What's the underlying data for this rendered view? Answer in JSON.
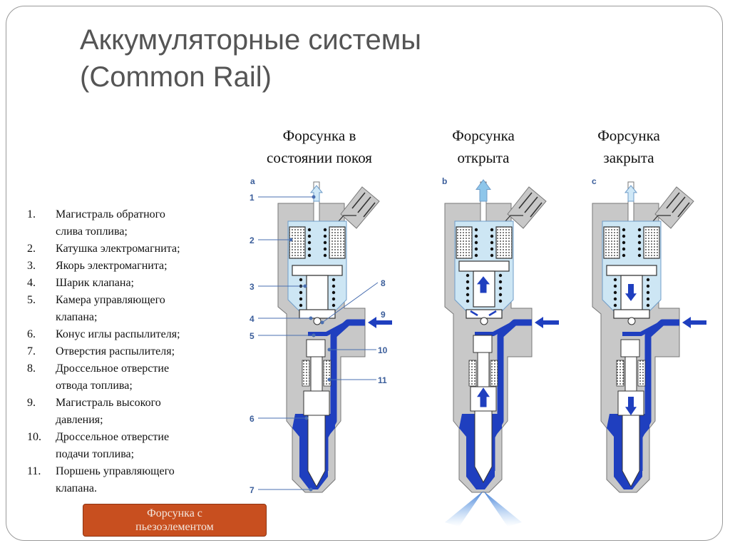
{
  "slide": {
    "title_line1": "Аккумуляторные системы",
    "title_line2": "(Common Rail)"
  },
  "columns": [
    {
      "line1": "Форсунка в",
      "line2": "состоянии покоя",
      "letter": "a"
    },
    {
      "line1": "Форсунка",
      "line2": "открыта",
      "letter": "b"
    },
    {
      "line1": "Форсунка",
      "line2": "закрыта",
      "letter": "c"
    }
  ],
  "legend": [
    {
      "num": "1.",
      "lines": [
        "Магистраль обратного",
        "слива топлива;"
      ]
    },
    {
      "num": "2.",
      "lines": [
        "Катушка электромагнита;"
      ]
    },
    {
      "num": "3.",
      "lines": [
        "Якорь электромагнита;"
      ]
    },
    {
      "num": "4.",
      "lines": [
        "Шарик клапана;"
      ]
    },
    {
      "num": "5.",
      "lines": [
        "Камера управляющего",
        "клапана;"
      ]
    },
    {
      "num": "6.",
      "lines": [
        "Конус иглы распылителя;"
      ]
    },
    {
      "num": "7.",
      "lines": [
        "Отверстия распылителя;"
      ]
    },
    {
      "num": "8.",
      "lines": [
        "Дроссельное отверстие",
        "отвода топлива;"
      ]
    },
    {
      "num": "9.",
      "lines": [
        "Магистраль высокого",
        "давления;"
      ]
    },
    {
      "num": "10.",
      "lines": [
        "Дроссельное отверстие",
        "подачи топлива;"
      ]
    },
    {
      "num": "11.",
      "lines": [
        "Поршень управляющего",
        "клапана."
      ]
    }
  ],
  "callouts": [
    "1",
    "2",
    "3",
    "4",
    "5",
    "6",
    "7",
    "8",
    "9",
    "10",
    "11"
  ],
  "button": {
    "line1": "Форсунка с",
    "line2": "пьезоэлементом"
  },
  "colors": {
    "body": "#c8c8c8",
    "fuel_high": "#1f3fbf",
    "fuel_low": "#cde6f4",
    "callout": "#3a5d9a",
    "button": "#c84f1f"
  }
}
